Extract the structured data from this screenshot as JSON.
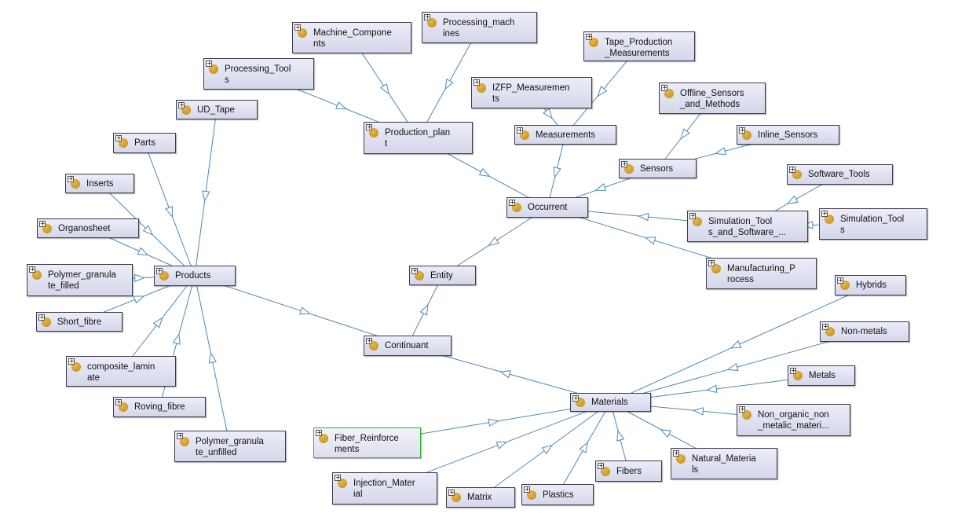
{
  "diagram": {
    "colors": {
      "node_fill": "#d9dbee",
      "node_border": "#3c3c4e",
      "class_dot": "#d2a02a",
      "edge": "#4f87b5",
      "selected_border": "#2db52d"
    },
    "nodes": [
      {
        "id": "entity",
        "label": "Entity"
      },
      {
        "id": "continuant",
        "label": "Continuant"
      },
      {
        "id": "occurrent",
        "label": "Occurrent"
      },
      {
        "id": "products",
        "label": "Products"
      },
      {
        "id": "materials",
        "label": "Materials"
      },
      {
        "id": "production_plant",
        "label": "Production_plan\nt"
      },
      {
        "id": "measurements",
        "label": "Measurements"
      },
      {
        "id": "sensors",
        "label": "Sensors"
      },
      {
        "id": "simulation_tools_software",
        "label": "Simulation_Tool\ns_and_Software_..."
      },
      {
        "id": "manufacturing_process",
        "label": "Manufacturing_P\nrocess"
      },
      {
        "id": "machine_components",
        "label": "Machine_Compone\nnts"
      },
      {
        "id": "processing_machines",
        "label": "Processing_mach\nines"
      },
      {
        "id": "processing_tools",
        "label": "Processing_Tool\ns"
      },
      {
        "id": "tape_production_measurements",
        "label": "Tape_Production\n_Measurements"
      },
      {
        "id": "izfp_measurements",
        "label": "IZFP_Measuremen\nts"
      },
      {
        "id": "offline_sensors",
        "label": "Offline_Sensors\n_and_Methods"
      },
      {
        "id": "inline_sensors",
        "label": "Inline_Sensors"
      },
      {
        "id": "software_tools",
        "label": "Software_Tools"
      },
      {
        "id": "simulation_tools",
        "label": "Simulation_Tool\ns"
      },
      {
        "id": "ud_tape",
        "label": "UD_Tape"
      },
      {
        "id": "parts",
        "label": "Parts"
      },
      {
        "id": "inserts",
        "label": "Inserts"
      },
      {
        "id": "organosheet",
        "label": "Organosheet"
      },
      {
        "id": "polymer_granulate_filled",
        "label": "Polymer_granula\nte_filled"
      },
      {
        "id": "short_fibre",
        "label": "Short_fibre"
      },
      {
        "id": "composite_laminate",
        "label": "composite_lamin\nate"
      },
      {
        "id": "roving_fibre",
        "label": "Roving_fibre"
      },
      {
        "id": "polymer_granulate_unfilled",
        "label": "Polymer_granula\nte_unfilled"
      },
      {
        "id": "hybrids",
        "label": "Hybrids"
      },
      {
        "id": "non_metals",
        "label": "Non-metals"
      },
      {
        "id": "metals",
        "label": "Metals"
      },
      {
        "id": "non_organic",
        "label": "Non_organic_non\n_metalic_materi..."
      },
      {
        "id": "natural_materials",
        "label": "Natural_Materia\nls"
      },
      {
        "id": "fibers",
        "label": "Fibers"
      },
      {
        "id": "plastics",
        "label": "Plastics"
      },
      {
        "id": "matrix",
        "label": "Matrix"
      },
      {
        "id": "injection_material",
        "label": "Injection_Mater\nial"
      },
      {
        "id": "fiber_reinforcements",
        "label": "Fiber_Reinforce\nments",
        "selected": true
      }
    ],
    "edges": [
      [
        "continuant",
        "entity"
      ],
      [
        "occurrent",
        "entity"
      ],
      [
        "products",
        "continuant"
      ],
      [
        "materials",
        "continuant"
      ],
      [
        "production_plant",
        "occurrent"
      ],
      [
        "measurements",
        "occurrent"
      ],
      [
        "sensors",
        "occurrent"
      ],
      [
        "simulation_tools_software",
        "occurrent"
      ],
      [
        "manufacturing_process",
        "occurrent"
      ],
      [
        "machine_components",
        "production_plant"
      ],
      [
        "processing_machines",
        "production_plant"
      ],
      [
        "processing_tools",
        "production_plant"
      ],
      [
        "tape_production_measurements",
        "measurements"
      ],
      [
        "izfp_measurements",
        "measurements"
      ],
      [
        "offline_sensors",
        "sensors"
      ],
      [
        "inline_sensors",
        "sensors"
      ],
      [
        "software_tools",
        "simulation_tools_software"
      ],
      [
        "simulation_tools",
        "simulation_tools_software"
      ],
      [
        "ud_tape",
        "products"
      ],
      [
        "parts",
        "products"
      ],
      [
        "inserts",
        "products"
      ],
      [
        "organosheet",
        "products"
      ],
      [
        "polymer_granulate_filled",
        "products"
      ],
      [
        "short_fibre",
        "products"
      ],
      [
        "composite_laminate",
        "products"
      ],
      [
        "roving_fibre",
        "products"
      ],
      [
        "polymer_granulate_unfilled",
        "products"
      ],
      [
        "hybrids",
        "materials"
      ],
      [
        "non_metals",
        "materials"
      ],
      [
        "metals",
        "materials"
      ],
      [
        "non_organic",
        "materials"
      ],
      [
        "natural_materials",
        "materials"
      ],
      [
        "fibers",
        "materials"
      ],
      [
        "plastics",
        "materials"
      ],
      [
        "matrix",
        "materials"
      ],
      [
        "injection_material",
        "materials"
      ],
      [
        "fiber_reinforcements",
        "materials"
      ]
    ],
    "expander_symbol": "+"
  }
}
